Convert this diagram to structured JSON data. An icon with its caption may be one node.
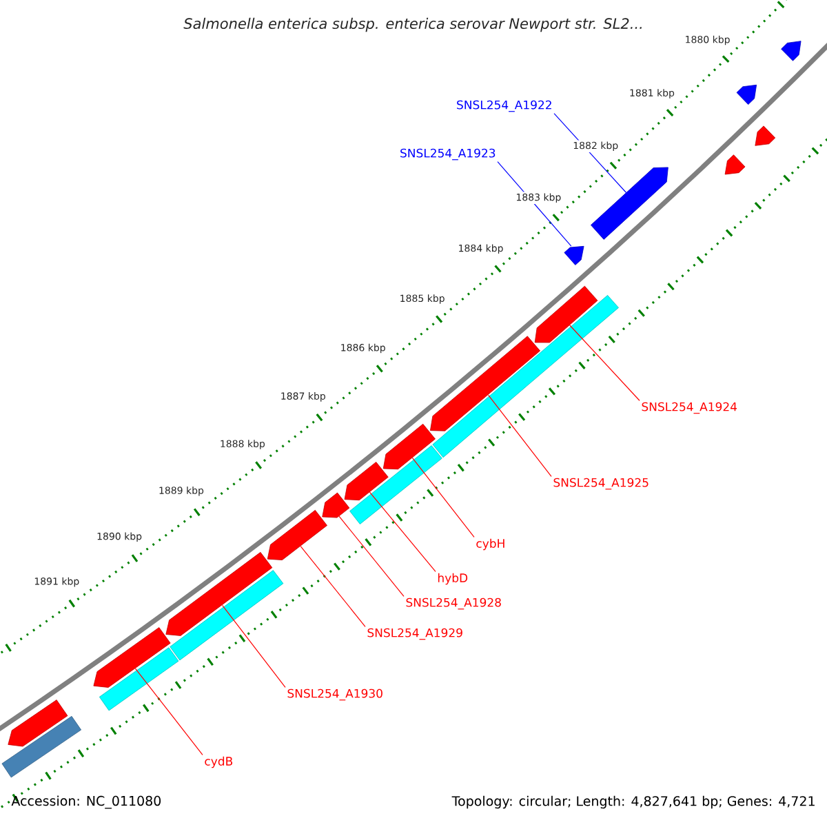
{
  "diagram": {
    "title": "Salmonella enterica subsp. enterica serovar Newport str. SL2...",
    "nodes": [
      {
        "text": [
          "SNSL254_A1922"
        ]
      },
      {
        "text": [
          "SNSL254_A1923"
        ]
      },
      {
        "text": [
          "SNSL254_A1924"
        ]
      },
      {
        "text": [
          "SNSL254_A1925"
        ]
      },
      {
        "text": [
          "cybH"
        ]
      },
      {
        "text": [
          "hybD"
        ]
      },
      {
        "text": [
          "SNSL254_A1928"
        ]
      },
      {
        "text": [
          "SNSL254_A1929"
        ]
      },
      {
        "text": [
          "SNSL254_A1930"
        ]
      },
      {
        "text": [
          "cydB"
        ]
      },
      {
        "text": [],
        "shape": "pentagon"
      },
      {
        "text": [],
        "shape": "pentagon"
      },
      {
        "text": [],
        "shape": "pentagon"
      },
      {
        "text": [],
        "shape": "pentagon"
      },
      {
        "text": [],
        "shape": "pentagon"
      },
      {
        "text": [],
        "shape": "pentagon"
      },
      {
        "text": [],
        "shape": "pentagon"
      },
      {
        "text": [],
        "shape": "pentagon"
      },
      {
        "text": [],
        "shape": "pentagon"
      },
      {
        "text": [],
        "shape": "pentagon"
      },
      {
        "text": [],
        "shape": "pentagon"
      },
      {
        "text": [],
        "shape": "pentagon"
      },
      {
        "text": [],
        "shape": "pentagon"
      },
      {
        "text": [],
        "shape": "pentagon"
      },
      {
        "text": [],
        "shape": "pentagon"
      },
      {
        "text": [],
        "shape": "bar"
      },
      {
        "text": [],
        "shape": "bar"
      },
      {
        "text": [],
        "shape": "bar"
      },
      {
        "text": [],
        "shape": "bar"
      },
      {
        "text": [],
        "shape": "bar"
      }
    ],
    "edges": [
      {
        "from": 0,
        "to": 14,
        "arrow": "none",
        "color": "#0000ff"
      },
      {
        "from": 1,
        "to": 15,
        "arrow": "none",
        "color": "#0000ff"
      },
      {
        "from": 2,
        "to": 16,
        "arrow": "none"
      },
      {
        "from": 3,
        "to": 17,
        "arrow": "none"
      },
      {
        "from": 4,
        "to": 18,
        "arrow": "none"
      },
      {
        "from": 5,
        "to": 19,
        "arrow": "none"
      },
      {
        "from": 6,
        "to": 20,
        "arrow": "none"
      },
      {
        "from": 7,
        "to": 21,
        "arrow": "none"
      },
      {
        "from": 8,
        "to": 22,
        "arrow": "none"
      },
      {
        "from": 9,
        "to": 23,
        "arrow": "none"
      }
    ],
    "labels": [
      "1880 kbp",
      "1881 kbp",
      "1882 kbp",
      "1883 kbp",
      "1884 kbp",
      "1885 kbp",
      "1886 kbp",
      "1887 kbp",
      "1888 kbp",
      "1889 kbp",
      "1890 kbp",
      "1891 kbp",
      "Accession: NC_011080",
      "Topology: circular; Length: 4,827,641 bp; Genes: 4,721"
    ]
  }
}
